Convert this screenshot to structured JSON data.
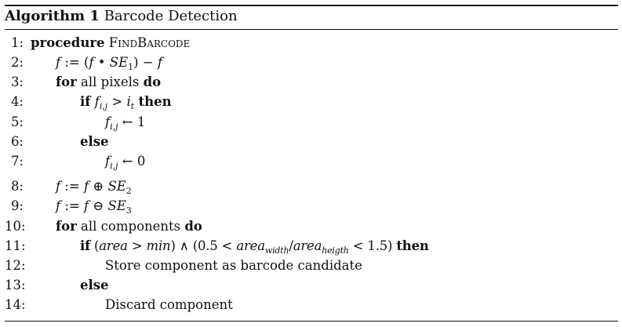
{
  "caption": {
    "label": "Algorithm 1",
    "title": "Barcode Detection"
  },
  "lines": [
    {
      "num": "1:",
      "kw": "procedure",
      "name": "FindBarcode"
    },
    {
      "num": "2:",
      "f": "f",
      "assign": ":=",
      "open": "(",
      "f2": "f",
      "bullet": "•",
      "se": "SE",
      "se_sub": "1",
      "close": ")",
      "minus": "−",
      "f3": "f"
    },
    {
      "num": "3:",
      "kw": "for",
      "text": "all pixels",
      "kw2": "do"
    },
    {
      "num": "4:",
      "kw": "if",
      "f": "f",
      "f_sub": "i,j",
      "gt": ">",
      "i": "i",
      "i_sub": "t",
      "kw2": "then"
    },
    {
      "num": "5:",
      "f": "f",
      "f_sub": "i,j",
      "arrow": "←",
      "val": "1"
    },
    {
      "num": "6:",
      "kw": "else"
    },
    {
      "num": "7:",
      "f": "f",
      "f_sub": "i,j",
      "arrow": "←",
      "val": "0"
    },
    {
      "num": "8:",
      "f": "f",
      "assign": ":=",
      "f2": "f",
      "op": "⊕",
      "se": "SE",
      "se_sub": "2"
    },
    {
      "num": "9:",
      "f": "f",
      "assign": ":=",
      "f2": "f",
      "op": "⊖",
      "se": "SE",
      "se_sub": "3"
    },
    {
      "num": "10:",
      "kw": "for",
      "text": "all components",
      "kw2": "do"
    },
    {
      "num": "11:",
      "kw": "if",
      "p1": "(",
      "area": "area",
      "gt": ">",
      "min": "min",
      "p2": ")",
      "and": "∧",
      "p3": "(0.5 <",
      "area2": "area",
      "sub_w": "width",
      "slash": "/",
      "area3": "area",
      "sub_h": "heigth",
      "lt": "< 1.5)",
      "kw2": "then"
    },
    {
      "num": "12:",
      "text": "Store component as barcode candidate"
    },
    {
      "num": "13:",
      "kw": "else"
    },
    {
      "num": "14:",
      "text": "Discard component"
    }
  ]
}
